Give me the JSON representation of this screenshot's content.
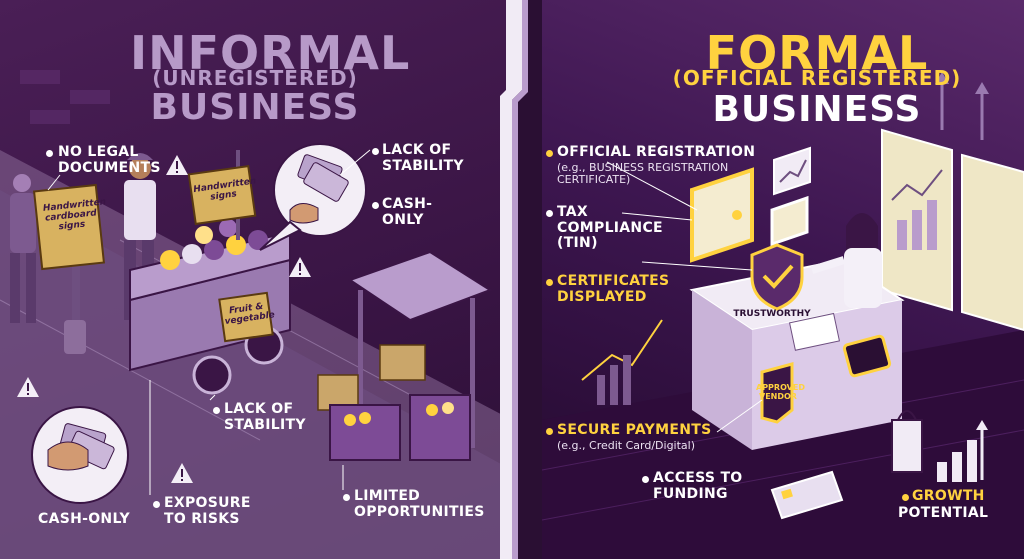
{
  "informal": {
    "title": "INFORMAL",
    "subtitle": "(UNREGISTERED)",
    "title_line3": "BUSINESS",
    "labels": {
      "no_legal_documents": "NO LEGAL\nDOCUMENTS",
      "lack_of_stability_top": "LACK OF\nSTABILITY",
      "cash_only_top": "CASH-\nONLY",
      "lack_of_stability_bottom": "LACK OF\nSTABILITY",
      "cash_only_bottom": "CASH-ONLY",
      "exposure_to_risks": "EXPOSURE\nTO RISKS",
      "limited_opportunities": "LIMITED\nOPPORTUNITIES"
    },
    "signs": {
      "handwritten_cardboard": "Handwritten\ncardboard\nsigns",
      "handwritten_signs": "Handwritten\nsigns",
      "fruit_vegetable": "Fruit &\nvegetable"
    }
  },
  "formal": {
    "title": "FORMAL",
    "subtitle": "(OFFICIAL REGISTERED)",
    "title_line3": "BUSINESS",
    "labels": {
      "official_registration": "OFFICIAL REGISTRATION",
      "official_registration_sub": "(e.g., BUSINESS REGISTRATION\nCERTIFICATE)",
      "tax_compliance": "TAX\nCOMPLIANCE\n(TIN)",
      "certificates_displayed": "CERTIFICATES\nDISPLAYED",
      "secure_payments": "SECURE PAYMENTS",
      "secure_payments_sub": "(e.g., Credit Card/Digital)",
      "access_to_funding": "ACCESS TO\nFUNDING",
      "growth_potential": "GROWTH",
      "growth_potential_2": "POTENTIAL"
    },
    "tags": {
      "trustworthy": "TRUSTWORTHY",
      "approved_vendor": "APPROVED\nVENDOR"
    }
  },
  "colors": {
    "gold": "#ffd23f",
    "lavender": "#b79ac8",
    "purple_dark": "#2a0f33",
    "white": "#ffffff"
  }
}
